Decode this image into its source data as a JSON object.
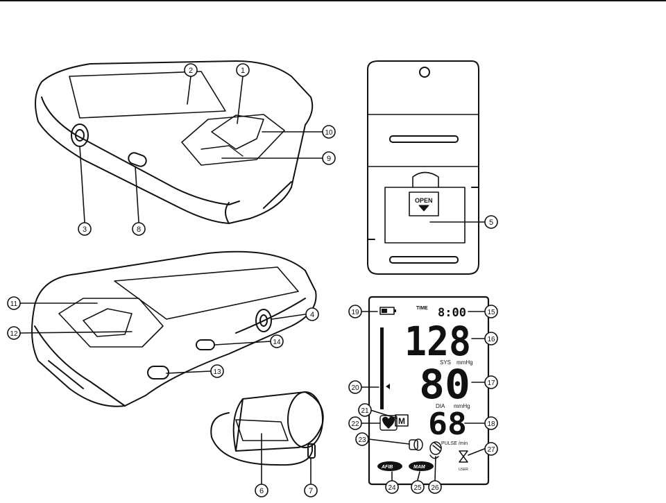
{
  "callouts": [
    "1",
    "2",
    "3",
    "4",
    "5",
    "6",
    "7",
    "8",
    "9",
    "10",
    "11",
    "12",
    "13",
    "14",
    "15",
    "16",
    "17",
    "18",
    "19",
    "20",
    "21",
    "22",
    "23",
    "24",
    "25",
    "26",
    "27"
  ],
  "back_panel": {
    "open_label": "OPEN"
  },
  "lcd": {
    "time_label": "TIME",
    "time": "8:00",
    "systolic": "128",
    "sys_label": "SYS",
    "sys_unit": "mmHg",
    "diastolic": "80",
    "dia_label": "DIA",
    "dia_unit": "mmHg",
    "pulse": "68",
    "pulse_label": "PULSE /min",
    "memory_label": "M",
    "afib_label": "AFIB",
    "mam_label": "MAM",
    "user_label": "USER"
  }
}
